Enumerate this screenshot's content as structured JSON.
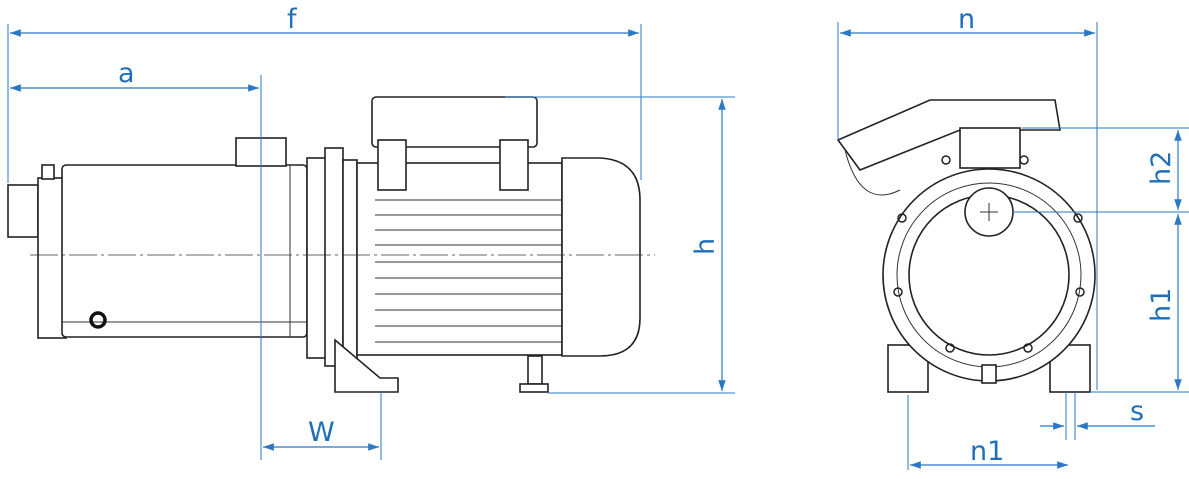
{
  "labels": {
    "f": "f",
    "a": "a",
    "h": "h",
    "W": "W",
    "n": "n",
    "h2": "h2",
    "h1": "h1",
    "s": "s",
    "n1": "n1"
  },
  "colors": {
    "dimension": "#2a78c4",
    "outline": "#222222"
  }
}
